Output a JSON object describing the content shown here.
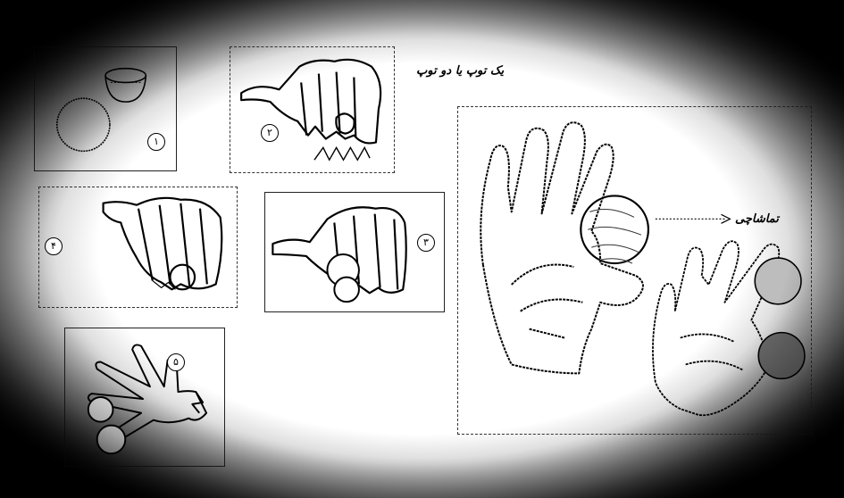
{
  "caption_top": "یک توپ یا دو توپ",
  "caption_arrow": "تماشاچی",
  "steps": {
    "s1": "۱",
    "s2": "۲",
    "s3": "۳",
    "s4": "۴",
    "s5": "۵"
  },
  "icons": {
    "arrow": "dotted-arrow-right-icon",
    "hand": "hand-drawing-icon",
    "ball": "ball-drawing-icon",
    "cup": "cup-drawing-icon"
  },
  "colors": {
    "ink": "#000000",
    "paper": "#ffffff"
  }
}
